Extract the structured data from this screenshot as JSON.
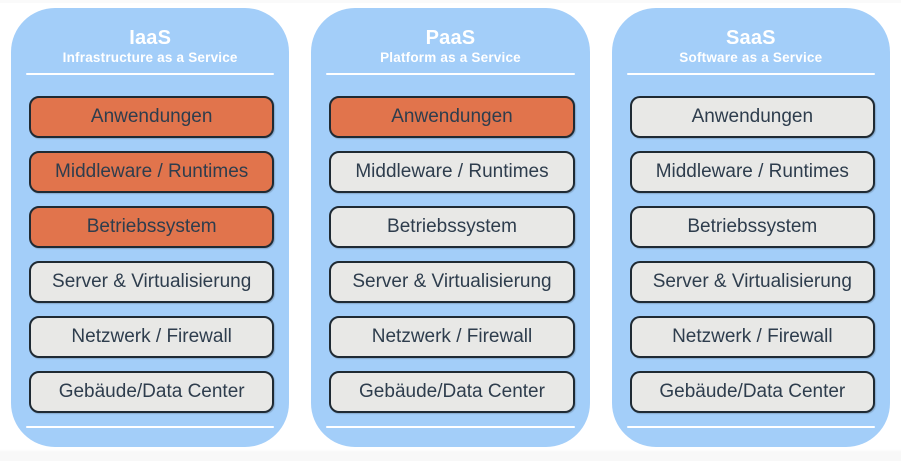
{
  "colors": {
    "panel_blue": "#a3cef9",
    "highlight_orange": "#e1744c",
    "layer_gray": "#e8e8e6",
    "layer_border": "#1f2a33",
    "layer_text": "#2e3d4d",
    "header_text": "#ffffff"
  },
  "columns": [
    {
      "id": "iaas",
      "title": "IaaS",
      "subtitle": "Infrastructure as a Service",
      "layers": [
        {
          "label": "Anwendungen",
          "highlighted": true
        },
        {
          "label": "Middleware / Runtimes",
          "highlighted": true
        },
        {
          "label": "Betriebssystem",
          "highlighted": true
        },
        {
          "label": "Server & Virtualisierung",
          "highlighted": false
        },
        {
          "label": "Netzwerk / Firewall",
          "highlighted": false
        },
        {
          "label": "Gebäude/Data Center",
          "highlighted": false
        }
      ]
    },
    {
      "id": "paas",
      "title": "PaaS",
      "subtitle": "Platform as a Service",
      "layers": [
        {
          "label": "Anwendungen",
          "highlighted": true
        },
        {
          "label": "Middleware / Runtimes",
          "highlighted": false
        },
        {
          "label": "Betriebssystem",
          "highlighted": false
        },
        {
          "label": "Server & Virtualisierung",
          "highlighted": false
        },
        {
          "label": "Netzwerk / Firewall",
          "highlighted": false
        },
        {
          "label": "Gebäude/Data Center",
          "highlighted": false
        }
      ]
    },
    {
      "id": "saas",
      "title": "SaaS",
      "subtitle": "Software as a Service",
      "layers": [
        {
          "label": "Anwendungen",
          "highlighted": false
        },
        {
          "label": "Middleware / Runtimes",
          "highlighted": false
        },
        {
          "label": "Betriebssystem",
          "highlighted": false
        },
        {
          "label": "Server & Virtualisierung",
          "highlighted": false
        },
        {
          "label": "Netzwerk / Firewall",
          "highlighted": false
        },
        {
          "label": "Gebäude/Data Center",
          "highlighted": false
        }
      ]
    }
  ]
}
